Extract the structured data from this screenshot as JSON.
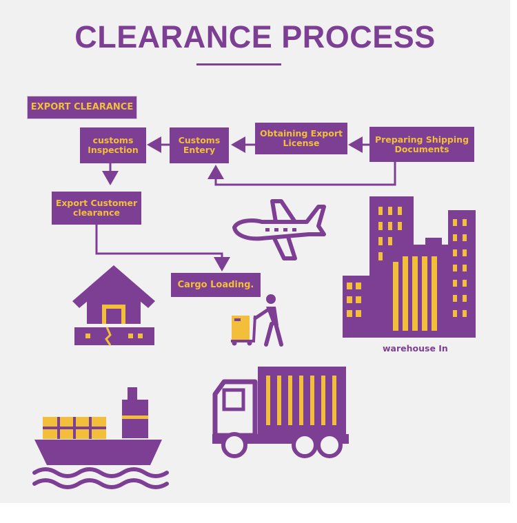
{
  "title": "CLEARANCE PROCESS",
  "colors": {
    "purple": "#7d3f93",
    "yellow": "#f3bf3a",
    "background": "#f2f1f2"
  },
  "steps": {
    "export_clearance": "EXPORT CLEARANCE",
    "customs_inspection": [
      "customs",
      "Inspection"
    ],
    "customs_entery": [
      "Customs",
      "Entery"
    ],
    "obtaining_export_license": [
      "Obtaining Export",
      "License"
    ],
    "preparing_shipping_documents": [
      "Preparing Shipping",
      "Documents"
    ],
    "export_customer_clearance": [
      "Export Customer",
      "clearance"
    ],
    "cargo_loading": "Cargo Loading."
  },
  "warehouse_label": "warehouse In",
  "icons": [
    "airplane-icon",
    "house-icon",
    "worker-with-trolley-icon",
    "city-buildings-icon",
    "cargo-ship-icon",
    "delivery-truck-icon"
  ]
}
